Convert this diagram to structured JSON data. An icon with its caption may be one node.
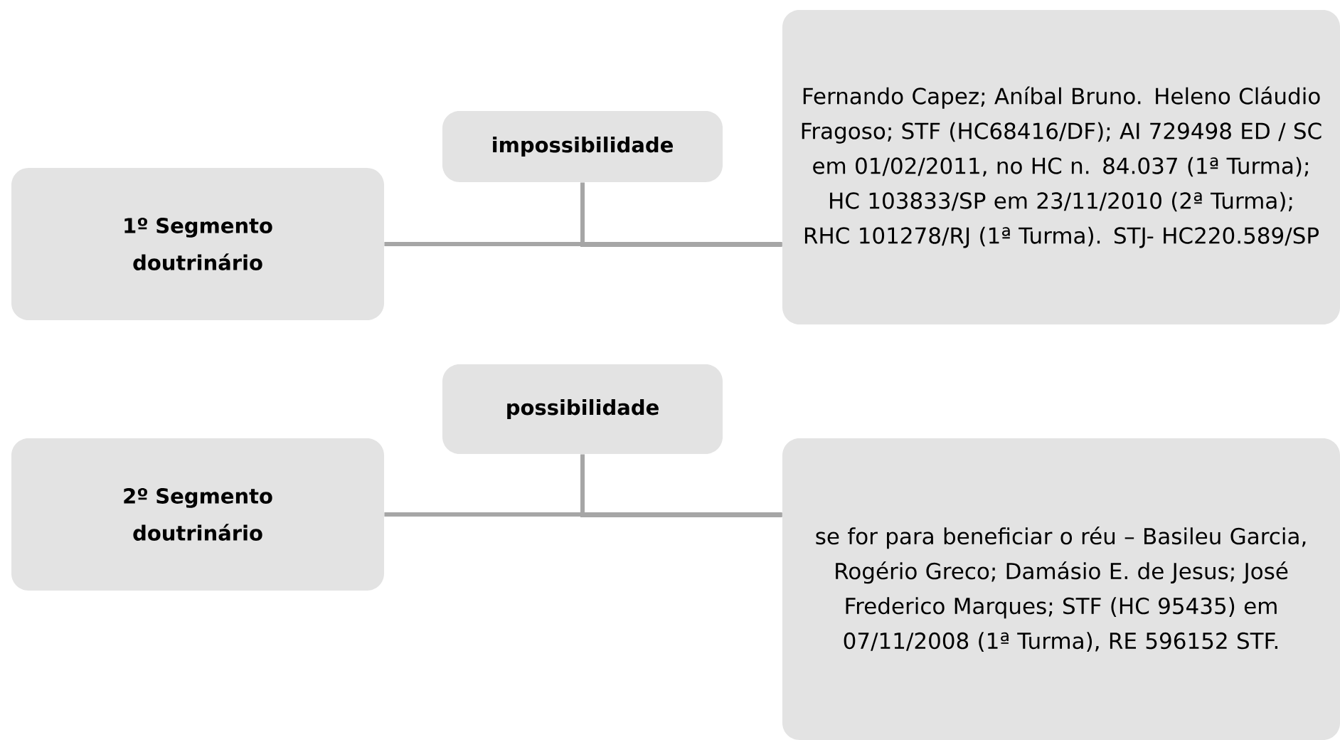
{
  "diagram": {
    "nodes": [
      {
        "text": [
          "1º Segmento doutrinário"
        ]
      },
      {
        "text": [
          "impossibilidade"
        ]
      },
      {
        "text": [
          "Fernando Capez; Aníbal Bruno. Heleno Cláudio Fragoso; STF (HC68416/DF); AI 729498 ED / SC em 01/02/2011, no HC n. 84.037 (1ª Turma); HC 103833/SP em 23/11/2010 (2ª Turma); RHC 101278/RJ (1ª Turma). STJ- HC220.589/SP"
        ]
      },
      {
        "text": [
          "2º Segmento doutrinário"
        ]
      },
      {
        "text": [
          "possibilidade"
        ]
      },
      {
        "text": [
          "se for para beneficiar o réu – Basileu Garcia, Rogério Greco; Damásio E. de Jesus; José Frederico Marques; STF (HC 95435) em 07/11/2008 (1ª Turma), RE 596152 STF."
        ]
      }
    ],
    "edges": [
      {
        "from": 0,
        "to": 2,
        "arrow": "none"
      },
      {
        "from": 1,
        "to": 2,
        "arrow": "none"
      },
      {
        "from": 3,
        "to": 5,
        "arrow": "none"
      },
      {
        "from": 4,
        "to": 5,
        "arrow": "none"
      }
    ]
  }
}
